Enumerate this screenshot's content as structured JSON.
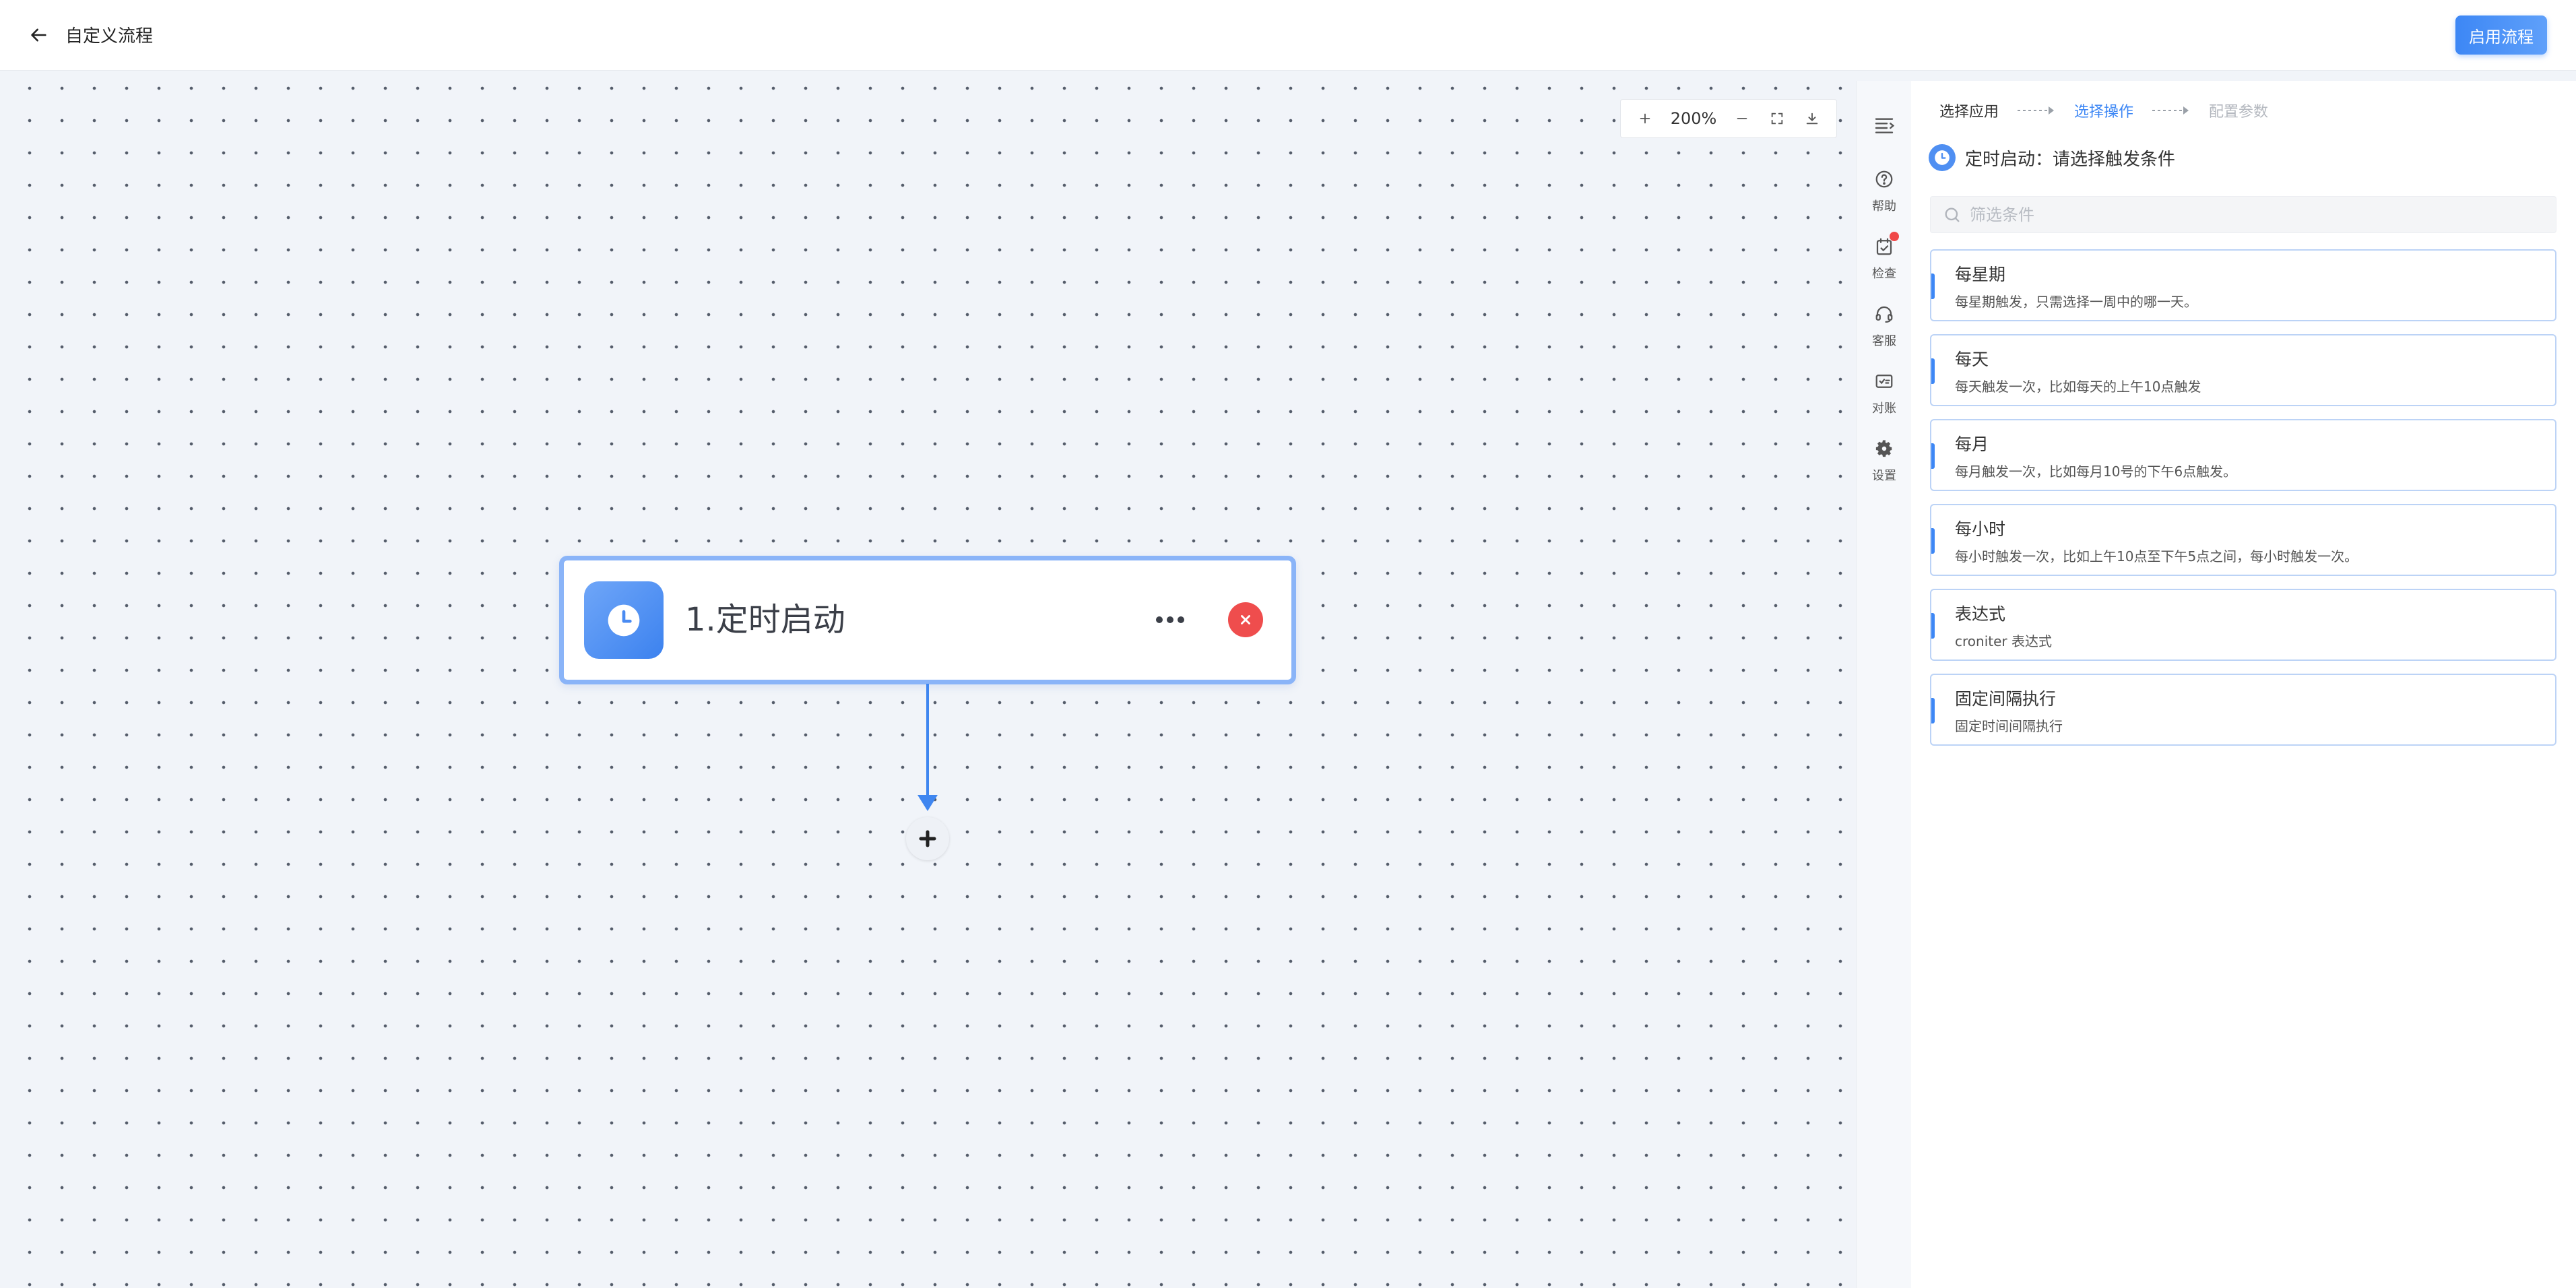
{
  "header": {
    "title": "自定义流程",
    "enable_button": "启用流程"
  },
  "canvas": {
    "zoom_level": "200%",
    "node": {
      "title": "1.定时启动"
    }
  },
  "rail": {
    "items": [
      {
        "label": "帮助",
        "icon": "help-icon"
      },
      {
        "label": "检查",
        "icon": "check-icon"
      },
      {
        "label": "客服",
        "icon": "headset-icon"
      },
      {
        "label": "对账",
        "icon": "reconcile-icon"
      },
      {
        "label": "设置",
        "icon": "gear-icon"
      }
    ]
  },
  "panel": {
    "steps": [
      {
        "label": "选择应用",
        "state": "done"
      },
      {
        "label": "选择操作",
        "state": "active"
      },
      {
        "label": "配置参数",
        "state": "disabled"
      }
    ],
    "trigger_title": "定时启动：请选择触发条件",
    "search": {
      "placeholder": "筛选条件"
    },
    "options": [
      {
        "title": "每星期",
        "desc": "每星期触发，只需选择一周中的哪一天。"
      },
      {
        "title": "每天",
        "desc": "每天触发一次，比如每天的上午10点触发"
      },
      {
        "title": "每月",
        "desc": "每月触发一次，比如每月10号的下午6点触发。"
      },
      {
        "title": "每小时",
        "desc": "每小时触发一次，比如上午10点至下午5点之间，每小时触发一次。"
      },
      {
        "title": "表达式",
        "desc": "croniter 表达式"
      },
      {
        "title": "固定间隔执行",
        "desc": "固定时间间隔执行"
      }
    ]
  },
  "colors": {
    "accent": "#3d87f5",
    "danger": "#ef4d4d",
    "node_border": "#8ab4f8"
  }
}
